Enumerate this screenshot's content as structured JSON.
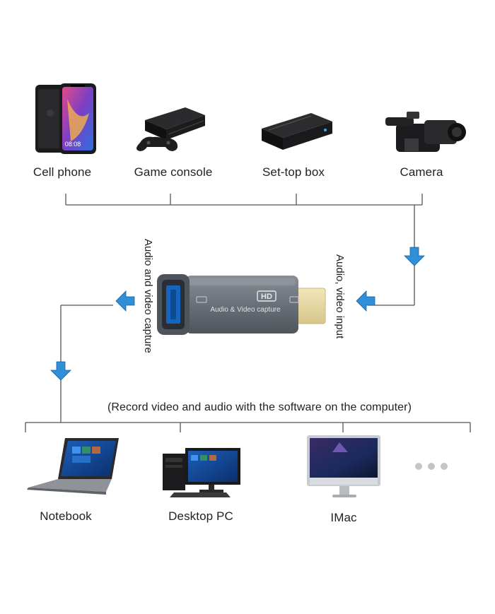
{
  "sources": [
    {
      "id": "cell-phone",
      "label": "Cell phone",
      "icon": "smartphone-icon",
      "screen_time": "08:08"
    },
    {
      "id": "game-console",
      "label": "Game console",
      "icon": "game-console-icon"
    },
    {
      "id": "set-top-box",
      "label": "Set-top box",
      "icon": "set-top-box-icon"
    },
    {
      "id": "camera",
      "label": "Camera",
      "icon": "video-camera-icon"
    }
  ],
  "adapter": {
    "icon": "hdmi-usb-capture-adapter-icon",
    "badge": "HD",
    "text": "Audio & Video capture"
  },
  "input_label": "Audio, video input",
  "capture_label": "Audio and video capture",
  "note": "(Record video and audio with the software on the computer)",
  "targets": [
    {
      "id": "notebook",
      "label": "Notebook",
      "icon": "laptop-icon"
    },
    {
      "id": "desktop-pc",
      "label": "Desktop PC",
      "icon": "desktop-pc-icon"
    },
    {
      "id": "imac",
      "label": "IMac",
      "icon": "imac-icon"
    }
  ],
  "more_icon": "ellipsis-icon",
  "colors": {
    "line": "#555555",
    "arrow": "#2f8fd8",
    "adapter_body": "#70757d",
    "hdmi_plug": "#e7d9a6"
  }
}
